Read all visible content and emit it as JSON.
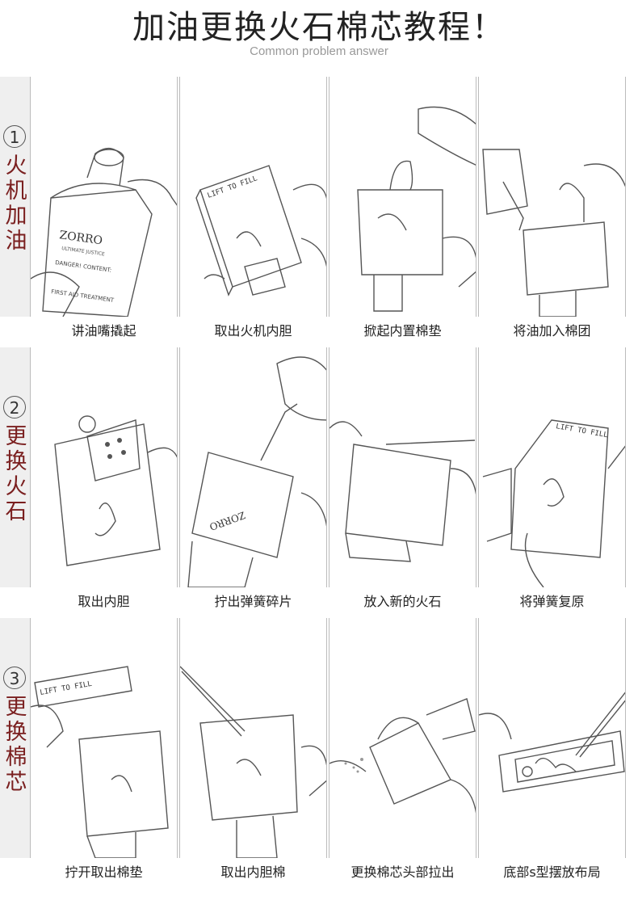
{
  "header": {
    "title": "加油更换火石棉芯教程！",
    "subtitle": "Common problem answer"
  },
  "sections": [
    {
      "num": "1",
      "label": [
        "火",
        "机",
        "加",
        "油"
      ],
      "captions": [
        "讲油嘴撬起",
        "取出火机内胆",
        "掀起内置棉垫",
        "将油加入棉团"
      ]
    },
    {
      "num": "2",
      "label": [
        "更",
        "换",
        "火",
        "石"
      ],
      "captions": [
        "取出内胆",
        "拧出弹簧碎片",
        "放入新的火石",
        "将弹簧复原"
      ]
    },
    {
      "num": "3",
      "label": [
        "更",
        "换",
        "棉",
        "芯"
      ],
      "captions": [
        "拧开取出棉垫",
        "取出内胆棉",
        "更换棉芯头部拉出",
        "底部s型摆放布局"
      ]
    }
  ],
  "panel_text": {
    "can_brand": "ZORRO",
    "can_sub": "ULTIMATE JUSTICE",
    "can_warn": "DANGER! CONTENT:",
    "can_aid": "FIRST AID TREATMENT",
    "lift_text": "LIFT TO FILL"
  },
  "colors": {
    "sidebar_bg": "#efefef",
    "label_color": "#7a1f1f",
    "line_color": "#555555"
  }
}
